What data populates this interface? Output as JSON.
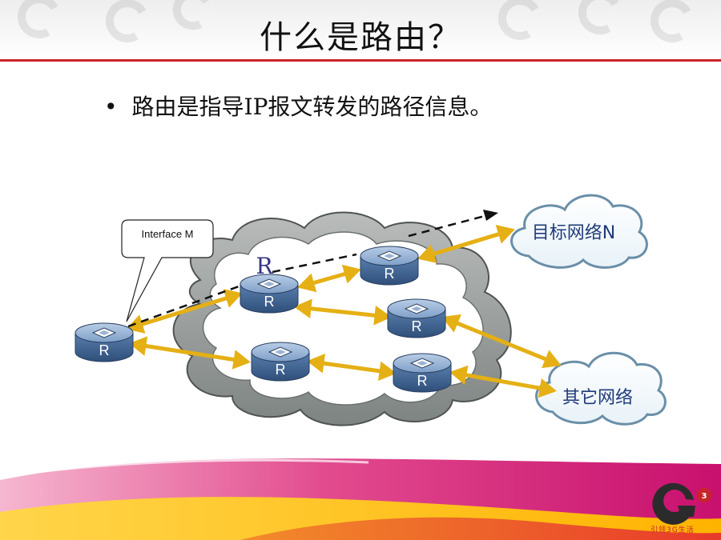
{
  "slide": {
    "title": "什么是路由？",
    "bullet": "路由是指导IP报文转发的路径信息。"
  },
  "diagram": {
    "callout_label": "Interface M",
    "router_letter": "R",
    "highlight_label": "R",
    "target_network": "目标网络N",
    "other_network": "其它网络",
    "arrow_color": "#e5b015",
    "router_color": "#4a6d9a"
  },
  "branding": {
    "logo_badge": "3",
    "logo_text": "引领3G生活",
    "accent_color": "#c8252a"
  }
}
